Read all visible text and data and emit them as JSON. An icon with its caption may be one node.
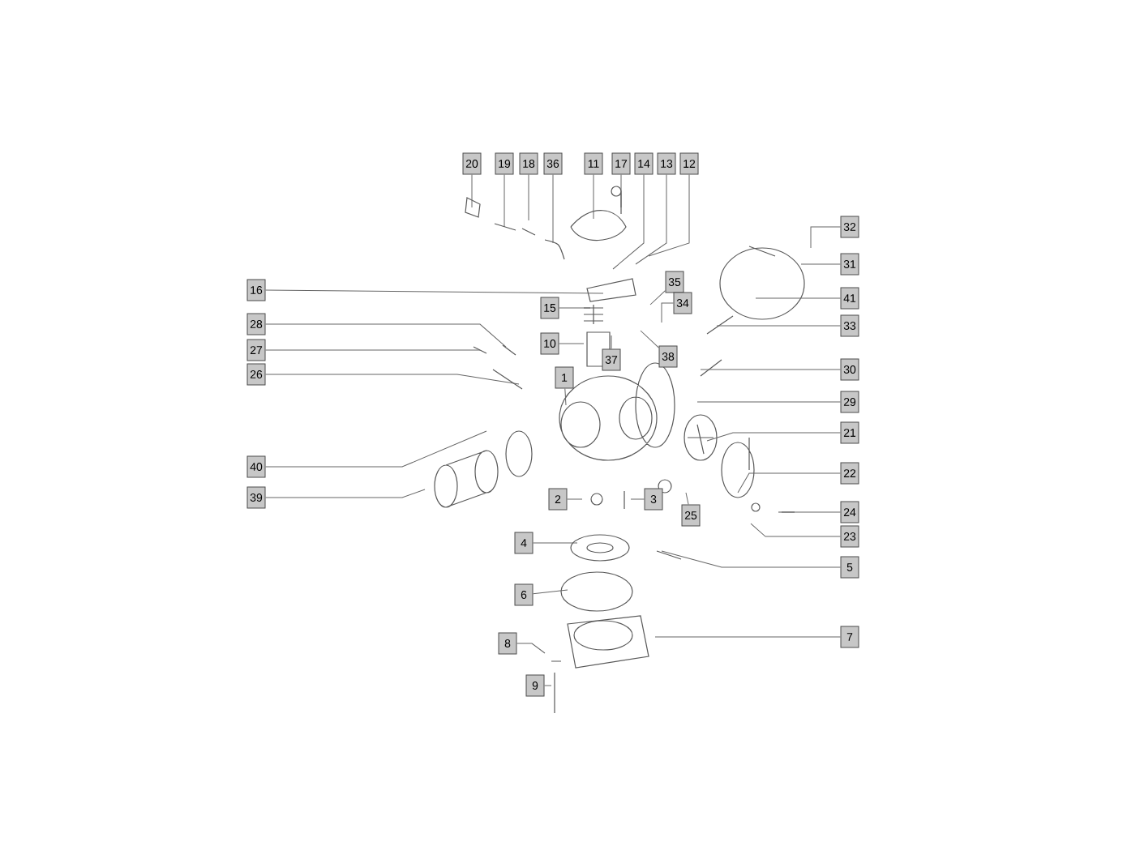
{
  "diagram": {
    "nodes": [
      {
        "text": [
          "20"
        ]
      },
      {
        "text": [
          "19"
        ]
      },
      {
        "text": [
          "18"
        ]
      },
      {
        "text": [
          "36"
        ]
      },
      {
        "text": [
          "11"
        ]
      },
      {
        "text": [
          "17"
        ]
      },
      {
        "text": [
          "14"
        ]
      },
      {
        "text": [
          "13"
        ]
      },
      {
        "text": [
          "12"
        ]
      },
      {
        "text": [
          "32"
        ]
      },
      {
        "text": [
          "31"
        ]
      },
      {
        "text": [
          "35"
        ]
      },
      {
        "text": [
          "16"
        ]
      },
      {
        "text": [
          "41"
        ]
      },
      {
        "text": [
          "34"
        ]
      },
      {
        "text": [
          "15"
        ]
      },
      {
        "text": [
          "28"
        ]
      },
      {
        "text": [
          "33"
        ]
      },
      {
        "text": [
          "10"
        ]
      },
      {
        "text": [
          "38"
        ]
      },
      {
        "text": [
          "27"
        ]
      },
      {
        "text": [
          "37"
        ]
      },
      {
        "text": [
          "30"
        ]
      },
      {
        "text": [
          "26"
        ]
      },
      {
        "text": [
          "1"
        ]
      },
      {
        "text": [
          "29"
        ]
      },
      {
        "text": [
          "21"
        ]
      },
      {
        "text": [
          "40"
        ]
      },
      {
        "text": [
          "22"
        ]
      },
      {
        "text": [
          "39"
        ]
      },
      {
        "text": [
          "2"
        ]
      },
      {
        "text": [
          "3"
        ]
      },
      {
        "text": [
          "24"
        ]
      },
      {
        "text": [
          "25"
        ]
      },
      {
        "text": [
          "23"
        ]
      },
      {
        "text": [
          "4"
        ]
      },
      {
        "text": [
          "5"
        ]
      },
      {
        "text": [
          "6"
        ]
      },
      {
        "text": [
          "7"
        ]
      },
      {
        "text": [
          "8"
        ]
      },
      {
        "text": [
          "9"
        ]
      }
    ],
    "edges": [
      {
        "from": 0,
        "to": null,
        "arrow": "none"
      },
      {
        "from": 1,
        "to": null,
        "arrow": "none"
      },
      {
        "from": 2,
        "to": null,
        "arrow": "none"
      },
      {
        "from": 3,
        "to": null,
        "arrow": "none"
      },
      {
        "from": 4,
        "to": null,
        "arrow": "none"
      },
      {
        "from": 5,
        "to": null,
        "arrow": "none"
      },
      {
        "from": 6,
        "to": null,
        "arrow": "none"
      },
      {
        "from": 7,
        "to": null,
        "arrow": "none"
      },
      {
        "from": 8,
        "to": null,
        "arrow": "none"
      },
      {
        "from": 9,
        "to": null,
        "arrow": "none"
      },
      {
        "from": 10,
        "to": null,
        "arrow": "none"
      },
      {
        "from": 11,
        "to": null,
        "arrow": "none"
      },
      {
        "from": 12,
        "to": null,
        "arrow": "none"
      },
      {
        "from": 13,
        "to": null,
        "arrow": "none"
      },
      {
        "from": 14,
        "to": null,
        "arrow": "none"
      },
      {
        "from": 15,
        "to": null,
        "arrow": "none"
      },
      {
        "from": 16,
        "to": null,
        "arrow": "none"
      },
      {
        "from": 17,
        "to": null,
        "arrow": "none"
      },
      {
        "from": 18,
        "to": null,
        "arrow": "none"
      },
      {
        "from": 19,
        "to": null,
        "arrow": "none"
      },
      {
        "from": 20,
        "to": null,
        "arrow": "none"
      },
      {
        "from": 21,
        "to": null,
        "arrow": "none"
      },
      {
        "from": 22,
        "to": null,
        "arrow": "none"
      },
      {
        "from": 23,
        "to": null,
        "arrow": "none"
      },
      {
        "from": 24,
        "to": null,
        "arrow": "none"
      },
      {
        "from": 25,
        "to": null,
        "arrow": "none"
      },
      {
        "from": 26,
        "to": null,
        "arrow": "none"
      },
      {
        "from": 27,
        "to": null,
        "arrow": "none"
      },
      {
        "from": 28,
        "to": null,
        "arrow": "none"
      },
      {
        "from": 29,
        "to": null,
        "arrow": "none"
      },
      {
        "from": 30,
        "to": null,
        "arrow": "none"
      },
      {
        "from": 31,
        "to": null,
        "arrow": "none"
      },
      {
        "from": 32,
        "to": null,
        "arrow": "none"
      },
      {
        "from": 33,
        "to": null,
        "arrow": "none"
      },
      {
        "from": 34,
        "to": null,
        "arrow": "none"
      },
      {
        "from": 35,
        "to": null,
        "arrow": "none"
      },
      {
        "from": 36,
        "to": null,
        "arrow": "none"
      },
      {
        "from": 37,
        "to": null,
        "arrow": "none"
      },
      {
        "from": 38,
        "to": null,
        "arrow": "none"
      },
      {
        "from": 39,
        "to": null,
        "arrow": "none"
      },
      {
        "from": 40,
        "to": null,
        "arrow": "none"
      }
    ]
  }
}
